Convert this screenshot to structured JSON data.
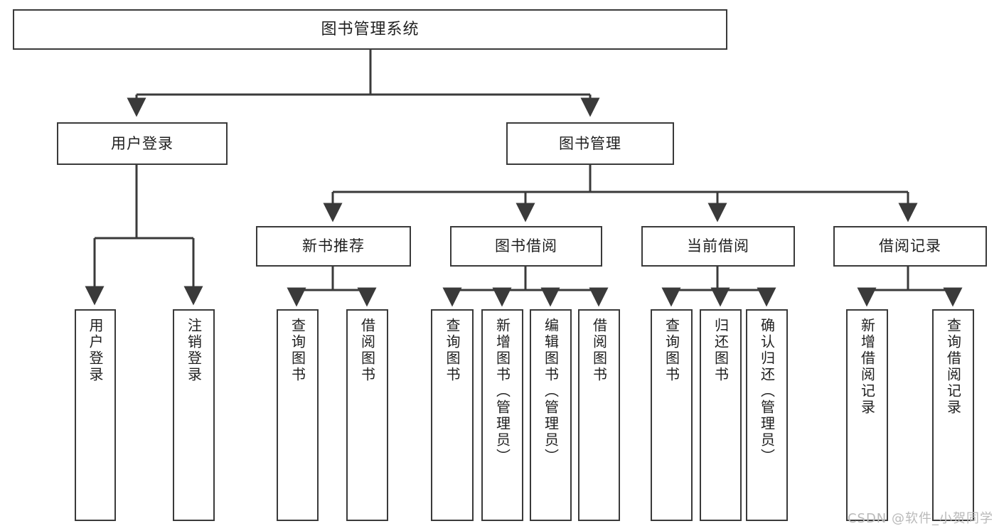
{
  "diagram": {
    "title": "图书管理系统",
    "type": "tree",
    "root": {
      "label": "图书管理系统"
    },
    "level2": [
      {
        "label": "用户登录"
      },
      {
        "label": "图书管理"
      }
    ],
    "level3": [
      {
        "label": "新书推荐"
      },
      {
        "label": "图书借阅"
      },
      {
        "label": "当前借阅"
      },
      {
        "label": "借阅记录"
      }
    ],
    "leaves": {
      "user_login": [
        {
          "label": "用户登录"
        },
        {
          "label": "注销登录"
        }
      ],
      "new_book_recommend": [
        {
          "label": "查询图书"
        },
        {
          "label": "借阅图书"
        }
      ],
      "book_borrow": [
        {
          "label": "查询图书"
        },
        {
          "label": "新增图书（管理员）"
        },
        {
          "label": "编辑图书（管理员）"
        },
        {
          "label": "借阅图书"
        }
      ],
      "current_borrow": [
        {
          "label": "查询图书"
        },
        {
          "label": "归还图书"
        },
        {
          "label": "确认归还（管理员）"
        }
      ],
      "borrow_record": [
        {
          "label": "新增借阅记录"
        },
        {
          "label": "查询借阅记录"
        }
      ]
    }
  },
  "watermark": {
    "text": "CSDN @软件_小贺同学"
  },
  "colors": {
    "stroke": "#3a3a3a",
    "background": "#ffffff",
    "text": "#1f1f1f",
    "watermark": "#b9b9b9"
  }
}
